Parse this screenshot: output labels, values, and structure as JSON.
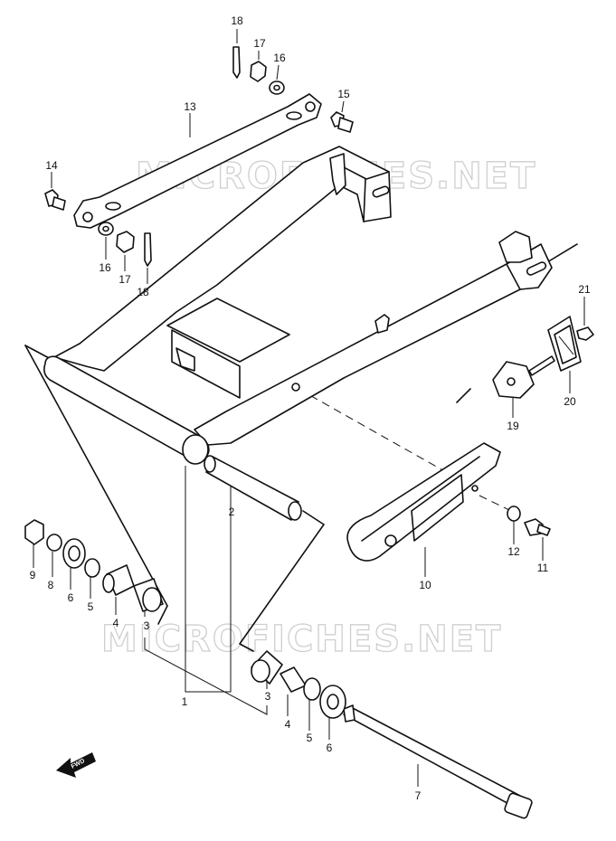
{
  "watermark": "MICROFICHES.NET",
  "forward_indicator": "FWD",
  "callouts": {
    "c1": "1",
    "c2": "2",
    "c3a": "3",
    "c3b": "3",
    "c4a": "4",
    "c4b": "4",
    "c5a": "5",
    "c5b": "5",
    "c6a": "6",
    "c6b": "6",
    "c7": "7",
    "c8": "8",
    "c9": "9",
    "c10": "10",
    "c11": "11",
    "c12": "12",
    "c13": "13",
    "c14": "14",
    "c15": "15",
    "c16a": "16",
    "c16b": "16",
    "c17a": "17",
    "c17b": "17",
    "c18a": "18",
    "c18b": "18",
    "c19": "19",
    "c20": "20",
    "c21": "21"
  }
}
